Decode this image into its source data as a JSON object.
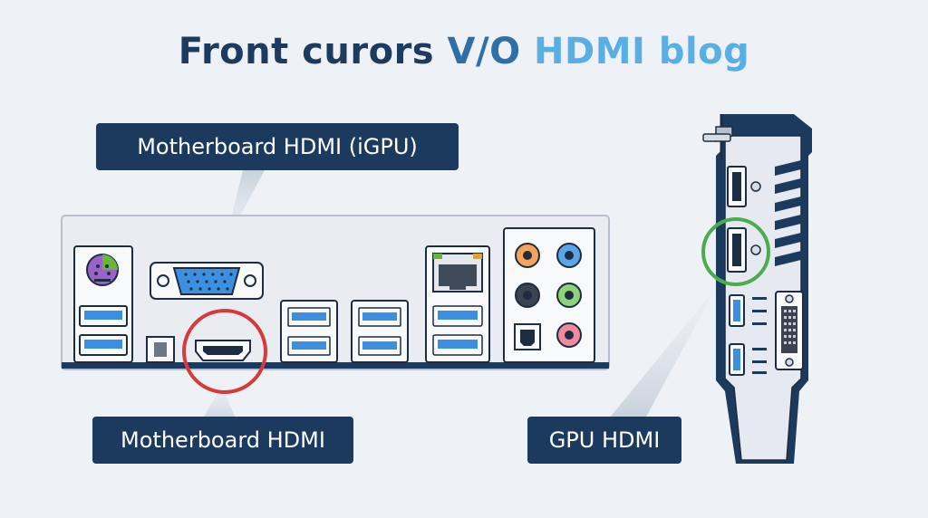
{
  "title": {
    "part1": "Front curors ",
    "part2": "V/O ",
    "part3": "HDMI blog"
  },
  "labels": {
    "motherboard_igpu": "Motherboard HDMI (iGPU)",
    "motherboard_hdmi": "Motherboard HDMI",
    "gpu_hdmi": "GPU HDMI"
  },
  "colors": {
    "navy": "#1c3a5e",
    "highlight_red": "#d63a3a",
    "highlight_green": "#49ad4f",
    "usb_blue": "#3d8fe0"
  }
}
